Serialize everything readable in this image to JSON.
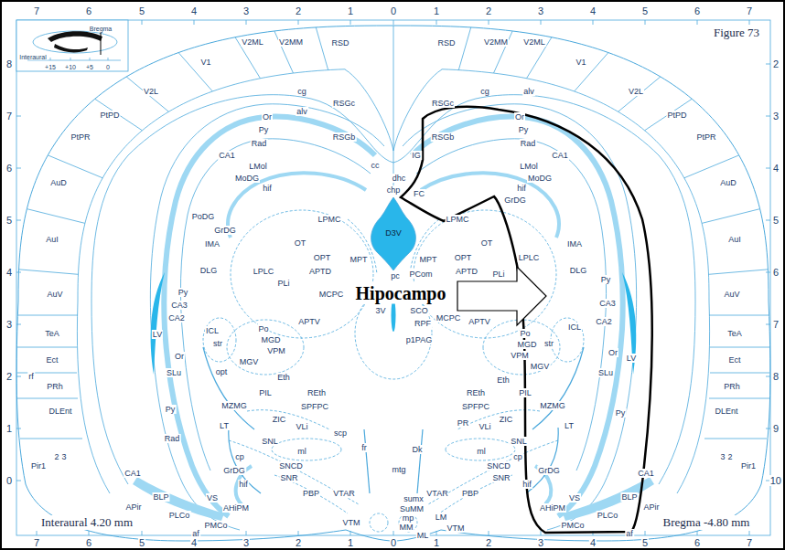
{
  "diagram": {
    "title": "Figure 73",
    "nodes": [
      {
        "text": [
          "D3V"
        ]
      }
    ],
    "labels": [
      "7",
      "6",
      "5",
      "4",
      "3",
      "2",
      "1",
      "0",
      "1",
      "2",
      "3",
      "4",
      "5",
      "6",
      "7",
      "7",
      "6",
      "5",
      "4",
      "3",
      "2",
      "1",
      "0",
      "1",
      "2",
      "3",
      "4",
      "5",
      "6",
      "7",
      "8",
      "7",
      "6",
      "5",
      "4",
      "3",
      "2",
      "1",
      "0",
      "2",
      "3",
      "4",
      "5",
      "6",
      "7",
      "8",
      "9",
      "10",
      "Interaural 4.20 mm",
      "Bregma -4.80 mm",
      "Hipocampo",
      "Bregma",
      "Interaural",
      "+15",
      "+10",
      "+5",
      "0",
      "V1",
      "V2ML",
      "V2MM",
      "RSD",
      "RSD",
      "V2MM",
      "V2ML",
      "V1",
      "V2L",
      "V2L",
      "PtPD",
      "PtPD",
      "PtPR",
      "PtPR",
      "AuD",
      "AuD",
      "AuI",
      "AuI",
      "AuV",
      "AuV",
      "TeA",
      "TeA",
      "Ect",
      "Ect",
      "PRh",
      "PRh",
      "DLEnt",
      "DLEnt",
      "rf",
      "Pir1",
      "2",
      "3",
      "Pir1",
      "3",
      "2",
      "cg",
      "cg",
      "RSGc",
      "RSGc",
      "RSGb",
      "RSGb",
      "alv",
      "alv",
      "IG",
      "cc",
      "dhc",
      "chp",
      "FC",
      "Or",
      "Py",
      "Rad",
      "CA1",
      "LMol",
      "MoDG",
      "hif",
      "PoDG",
      "GrDG",
      "Or",
      "Py",
      "Rad",
      "CA1",
      "LMol",
      "MoDG",
      "hif",
      "GrDG",
      "LPMC",
      "LPMC",
      "IMA",
      "IMA",
      "OT",
      "OT",
      "OPT",
      "OPT",
      "MPT",
      "MPT",
      "DLG",
      "DLG",
      "LPLC",
      "LPLC",
      "APTD",
      "APTD",
      "PCom",
      "pc",
      "MCPC",
      "MCPC",
      "SCO",
      "3V",
      "RPF",
      "p1PAG",
      "PLi",
      "PLi",
      "APTV",
      "APTV",
      "Py",
      "Py",
      "CA3",
      "CA3",
      "CA2",
      "CA2",
      "LV",
      "LV",
      "ICL",
      "ICL",
      "str",
      "str",
      "Po",
      "Po",
      "MGD",
      "MGD",
      "VPM",
      "VPM",
      "MGV",
      "MGV",
      "Or",
      "Or",
      "SLu",
      "SLu",
      "opt",
      "Eth",
      "Eth",
      "PIL",
      "PIL",
      "REth",
      "REth",
      "MZMG",
      "MZMG",
      "SPFPC",
      "SPFPC",
      "ZIC",
      "ZIC",
      "LT",
      "LT",
      "VLi",
      "VLi",
      "PR",
      "Rad",
      "Py",
      "Py",
      "SNL",
      "SNL",
      "scp",
      "ml",
      "ml",
      "fr",
      "Dk",
      "mtg",
      "SNCD",
      "SNCD",
      "SNR",
      "SNR",
      "PBP",
      "VTAR",
      "VTAR",
      "PBP",
      "sumx",
      "SuMM",
      "mp",
      "MM",
      "ML",
      "LM",
      "VTM",
      "VTM",
      "CA1",
      "BLP",
      "APir",
      "PLCo",
      "PMCo",
      "af",
      "VS",
      "AHiPM",
      "GrDG",
      "hif",
      "cp",
      "CA1",
      "BLP",
      "APir",
      "PLCo",
      "PMCo",
      "af",
      "VS",
      "AHiPM",
      "GrDG",
      "hif",
      "cp"
    ]
  }
}
